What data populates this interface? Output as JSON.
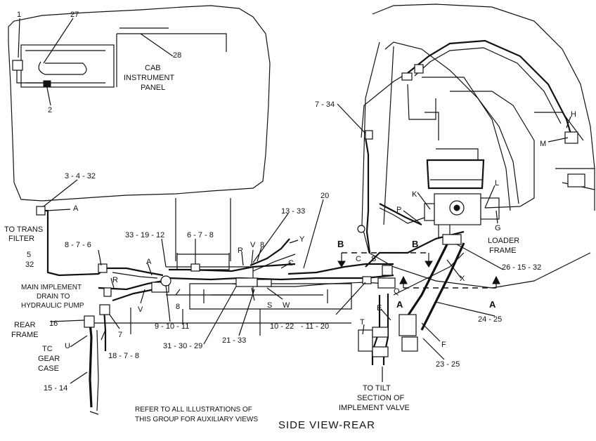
{
  "diagram": {
    "title": "SIDE VIEW-REAR",
    "note_lines": [
      "REFER TO ALL ILLUSTRATIONS OF",
      "THIS GROUP FOR AUXILIARY VIEWS"
    ],
    "labels": {
      "cab_line1": "CAB",
      "cab_line2": "INSTRUMENT",
      "cab_line3": "PANEL",
      "to_trans_1": "TO TRANS",
      "to_trans_2": "FILTER",
      "main_drain_1": "MAIN IMPLEMENT",
      "main_drain_2": "DRAIN TO",
      "main_drain_3": "HYDRAULIC PUMP",
      "rear_frame_1": "REAR",
      "rear_frame_2": "FRAME",
      "tc_1": "TC",
      "tc_2": "GEAR",
      "tc_3": "CASE",
      "loader_1": "LOADER",
      "loader_2": "FRAME",
      "tilt_1": "TO TILT",
      "tilt_2": "SECTION OF",
      "tilt_3": "IMPLEMENT VALVE"
    },
    "callouts": {
      "c1": "1",
      "c27": "27",
      "c28": "28",
      "c2": "2",
      "c3432": "3 - 4 - 32",
      "cA1": "A",
      "c532a": "5",
      "c532b": "32",
      "c876": "8 - 7 - 6",
      "c331912": "33 - 19 - 12",
      "c678": "6 - 7 - 8",
      "c1333": "13 - 33",
      "c20a": "20",
      "cR1": "R",
      "cV1": "V",
      "c8a": "8",
      "cY": "Y",
      "cC1": "C",
      "cA2": "A",
      "cR2": "R",
      "cV2": "V",
      "c8b": "8",
      "c16": "16",
      "c7": "7",
      "c91011": "9 - 10 - 11",
      "c313029": "31 - 30 - 29",
      "c2133": "21 - 33",
      "cS1": "S",
      "cW": "W",
      "c102211": "10 - 22",
      "c1120": "- 11 - 20",
      "c1878": "18 - 7 - 8",
      "cU": "U",
      "c1514": "15 - 14",
      "c734": "7 - 34",
      "cK": "K",
      "cP": "P",
      "cL": "L",
      "cG": "G",
      "cH": "H",
      "cM": "M",
      "cB1": "B",
      "cB2": "B",
      "cC2": "C",
      "cS2": "S",
      "cX": "X",
      "cQ": "Q",
      "c261532": "26 - 15 - 32",
      "cAbig1": "A",
      "cAbig2": "A",
      "c2425": "24 - 25",
      "cE": "E",
      "cT": "T",
      "cF": "F",
      "c2325": "23 - 25"
    }
  }
}
